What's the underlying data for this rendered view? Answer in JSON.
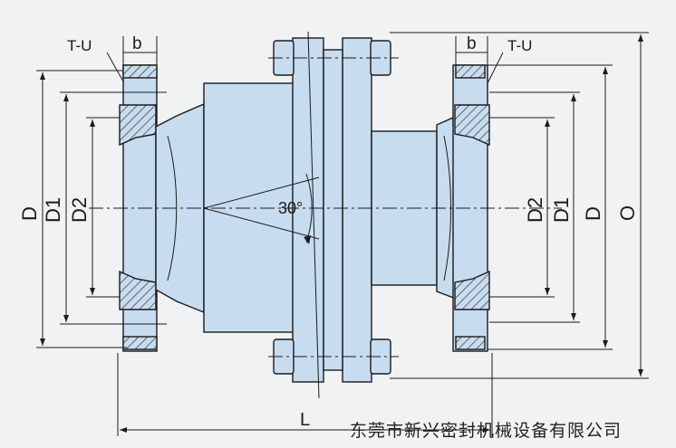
{
  "labels": {
    "t_u_left": "T-U",
    "b_left": "b",
    "t_u_right": "T-U",
    "b_right": "b",
    "d_left": "D",
    "d1_left": "D1",
    "d2_left": "D2",
    "angle": "30°",
    "d2_right": "D2",
    "d1_right": "D1",
    "d_right": "D",
    "o_right": "O",
    "l_bottom": "L"
  },
  "footer_text": "东莞市新兴密封机械设备有限公司",
  "colors": {
    "body_fill": "#c8dcef",
    "outline": "#1b1b1b",
    "background": "#f1f2f4"
  }
}
